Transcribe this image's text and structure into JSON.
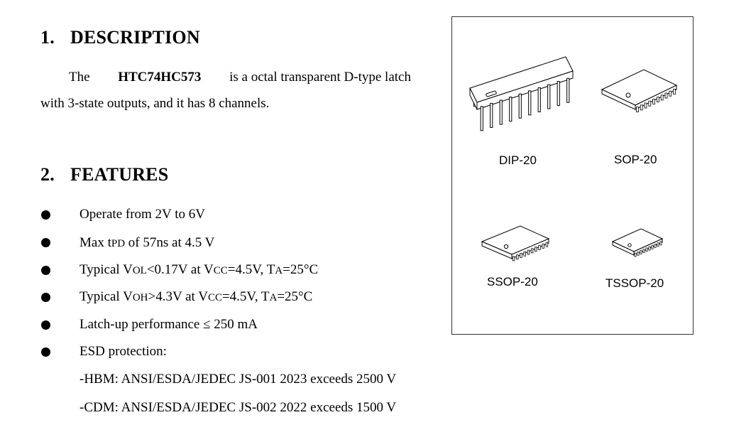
{
  "description": {
    "number": "1.",
    "title": "DESCRIPTION",
    "text_pre": "The",
    "part_number": "HTC74HC573",
    "text_post1": "is a octal transparent D-type latch",
    "text_line2": "with 3-state outputs, and it has 8 channels."
  },
  "features": {
    "number": "2.",
    "title": "FEATURES",
    "items": [
      {
        "parts": [
          "Operate from 2V to 6V"
        ]
      },
      {
        "parts": [
          "Max t",
          "PD",
          " of 57ns at 4.5 V"
        ]
      },
      {
        "parts": [
          "Typical V",
          "OL",
          "<0.17V at V",
          "CC",
          "=4.5V, T",
          "A",
          "=25°C"
        ]
      },
      {
        "parts": [
          "Typical V",
          "OH",
          ">4.3V at V",
          "CC",
          "=4.5V, T",
          "A",
          "=25°C"
        ]
      },
      {
        "parts": [
          "Latch-up performance ≤ 250 mA"
        ]
      },
      {
        "parts": [
          "ESD protection:"
        ]
      }
    ],
    "esd": [
      "-HBM: ANSI/ESDA/JEDEC JS-001 2023  exceeds 2500 V",
      "-CDM: ANSI/ESDA/JEDEC JS-002 2022  exceeds 1500 V"
    ]
  },
  "packages": [
    {
      "label": "DIP-20",
      "icon": "dip-package-icon"
    },
    {
      "label": "SOP-20",
      "icon": "sop-package-icon"
    },
    {
      "label": "SSOP-20",
      "icon": "ssop-package-icon"
    },
    {
      "label": "TSSOP-20",
      "icon": "tssop-package-icon"
    }
  ]
}
